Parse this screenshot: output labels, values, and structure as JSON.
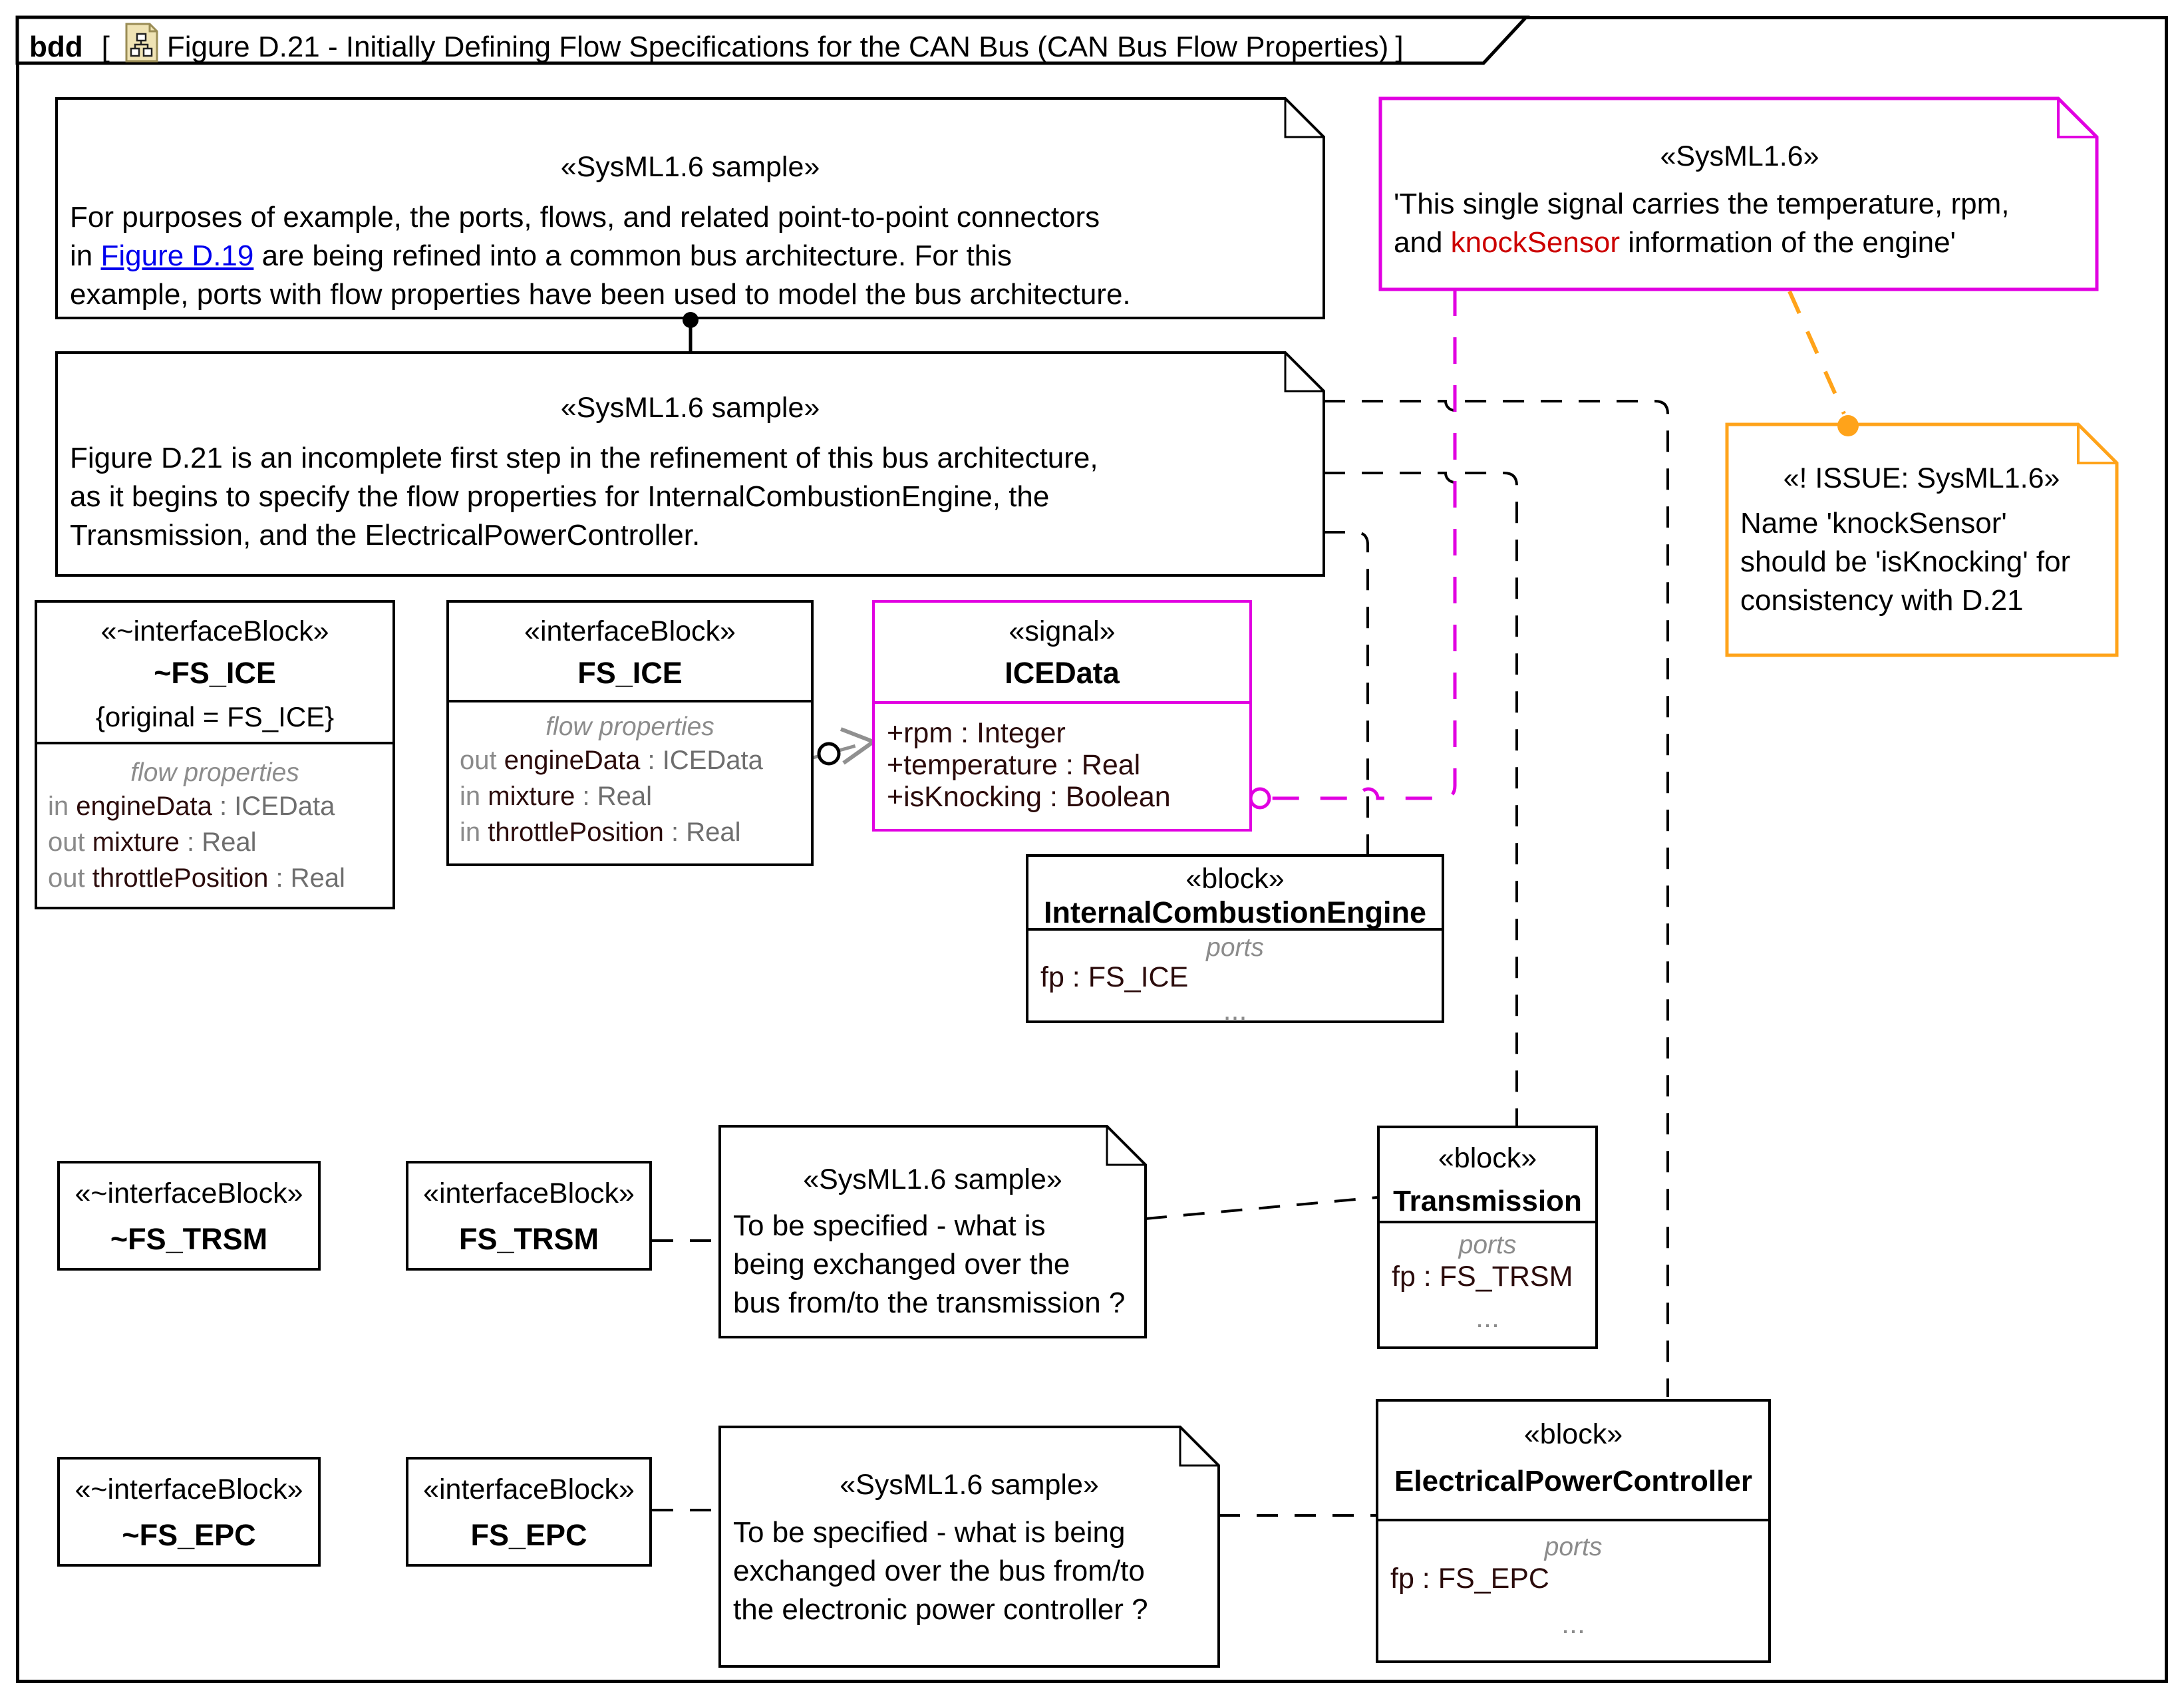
{
  "colors": {
    "magenta": "#E100E1",
    "orange": "#FFA31A",
    "issue_red": "#CC0000",
    "link_blue": "#0000EE",
    "compartment_gray": "#8C8C8C",
    "property_dark": "#2B0B0B",
    "icon_tan": "#EFE3B4"
  },
  "title_bar": {
    "keyword": "bdd",
    "open_bracket": "[",
    "icon": "bdd-diagram-icon",
    "title": "Figure D.21 - Initially Defining Flow Specifications for the CAN Bus (CAN Bus Flow Properties)",
    "close_bracket": "]"
  },
  "notes": {
    "refine": {
      "stereotype": "«SysML1.6 sample»",
      "line1": "For purposes of example, the ports, flows, and related point-to-point connectors",
      "line2_pre": "in ",
      "line2_link": "Figure D.19",
      "line2_post": " are being refined into a common bus architecture. For this",
      "line3": "example, ports with flow properties have been used to model the bus architecture."
    },
    "incomplete": {
      "stereotype": "«SysML1.6 sample»",
      "line1": "Figure D.21 is an incomplete first step in the refinement of this bus architecture,",
      "line2": "as it begins to specify the flow properties for InternalCombustionEngine, the",
      "line3": "Transmission, and the ElectricalPowerController."
    },
    "signal_comment": {
      "stereotype": "«SysML1.6»",
      "line1": "'This single signal carries the temperature, rpm,",
      "line2_pre": "and ",
      "line2_red": "knockSensor",
      "line2_post": " information of the engine'"
    },
    "issue": {
      "stereotype": "«! ISSUE: SysML1.6»",
      "line1": "Name 'knockSensor'",
      "line2": "should be 'isKnocking' for",
      "line3": "consistency with D.21"
    },
    "trsm_todo": {
      "stereotype": "«SysML1.6 sample»",
      "line1": "To be specified - what is",
      "line2": "being exchanged over the",
      "line3": "bus from/to the transmission ?"
    },
    "epc_todo": {
      "stereotype": "«SysML1.6 sample»",
      "line1": "To be specified - what is being",
      "line2": "exchanged over the bus from/to",
      "line3": "the electronic power controller ?"
    }
  },
  "blocks": {
    "fs_ice_conj": {
      "stereotype": "«~interfaceBlock»",
      "name": "~FS_ICE",
      "constraint": "{original = FS_ICE}",
      "compartment_title": "flow properties",
      "properties": [
        {
          "dir": "in",
          "name": "engineData",
          "type": ": ICEData"
        },
        {
          "dir": "out",
          "name": "mixture",
          "type": ": Real"
        },
        {
          "dir": "out",
          "name": "throttlePosition",
          "type": ": Real"
        }
      ]
    },
    "fs_ice": {
      "stereotype": "«interfaceBlock»",
      "name": "FS_ICE",
      "compartment_title": "flow properties",
      "properties": [
        {
          "dir": "out",
          "name": "engineData",
          "type": ": ICEData"
        },
        {
          "dir": "in",
          "name": "mixture",
          "type": ": Real"
        },
        {
          "dir": "in",
          "name": "throttlePosition",
          "type": ": Real"
        }
      ]
    },
    "ice_data": {
      "stereotype": "«signal»",
      "name": "ICEData",
      "attributes": [
        "+rpm : Integer",
        "+temperature : Real",
        "+isKnocking : Boolean"
      ]
    },
    "engine": {
      "stereotype": "«block»",
      "name": "InternalCombustionEngine",
      "compartment_title": "ports",
      "port": "fp : FS_ICE",
      "more": "..."
    },
    "transmission": {
      "stereotype": "«block»",
      "name": "Transmission",
      "compartment_title": "ports",
      "port": "fp : FS_TRSM",
      "more": "..."
    },
    "epc": {
      "stereotype": "«block»",
      "name": "ElectricalPowerController",
      "compartment_title": "ports",
      "port": "fp : FS_EPC",
      "more": "..."
    },
    "fs_trsm_conj": {
      "stereotype": "«~interfaceBlock»",
      "name": "~FS_TRSM"
    },
    "fs_trsm": {
      "stereotype": "«interfaceBlock»",
      "name": "FS_TRSM"
    },
    "fs_epc_conj": {
      "stereotype": "«~interfaceBlock»",
      "name": "~FS_EPC"
    },
    "fs_epc": {
      "stereotype": "«interfaceBlock»",
      "name": "FS_EPC"
    }
  }
}
